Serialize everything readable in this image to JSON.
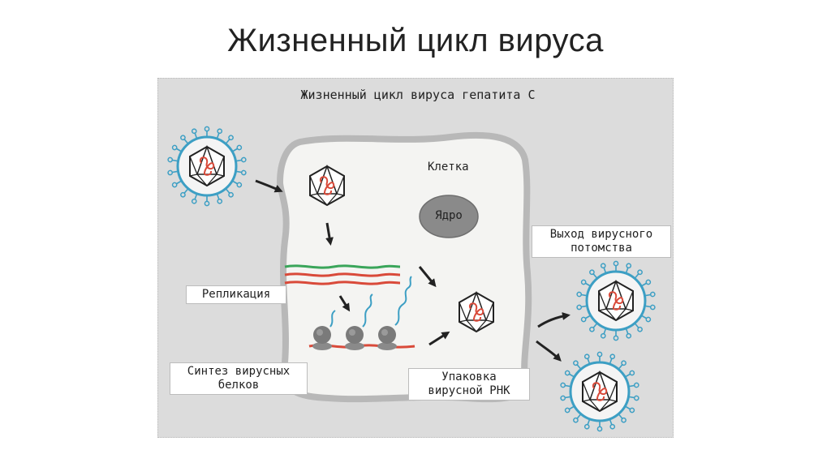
{
  "slide": {
    "title": "Жизненный цикл вируса"
  },
  "figure": {
    "title": "Жизненный цикл вируса гепатита С",
    "labels": {
      "cell": "Клетка",
      "nucleus": "Ядро",
      "replication": "Репликация",
      "protein_synthesis": "Синтез вирусных белков",
      "packaging": "Упаковка вирусной РНК",
      "release": "Выход вирусного потомства"
    }
  },
  "colors": {
    "background": "#dcdcdc",
    "cell": "#f4f4f2",
    "nucleus": "#8a8a8a",
    "rna_green": "#3aa55a",
    "rna_red": "#d94a3a",
    "envelope_blue": "#3d9fc4",
    "ribosome": "#7a7a7a"
  },
  "icons": [
    "virus-icon",
    "capsid-icon",
    "arrow-icon",
    "ribosome-icon"
  ]
}
